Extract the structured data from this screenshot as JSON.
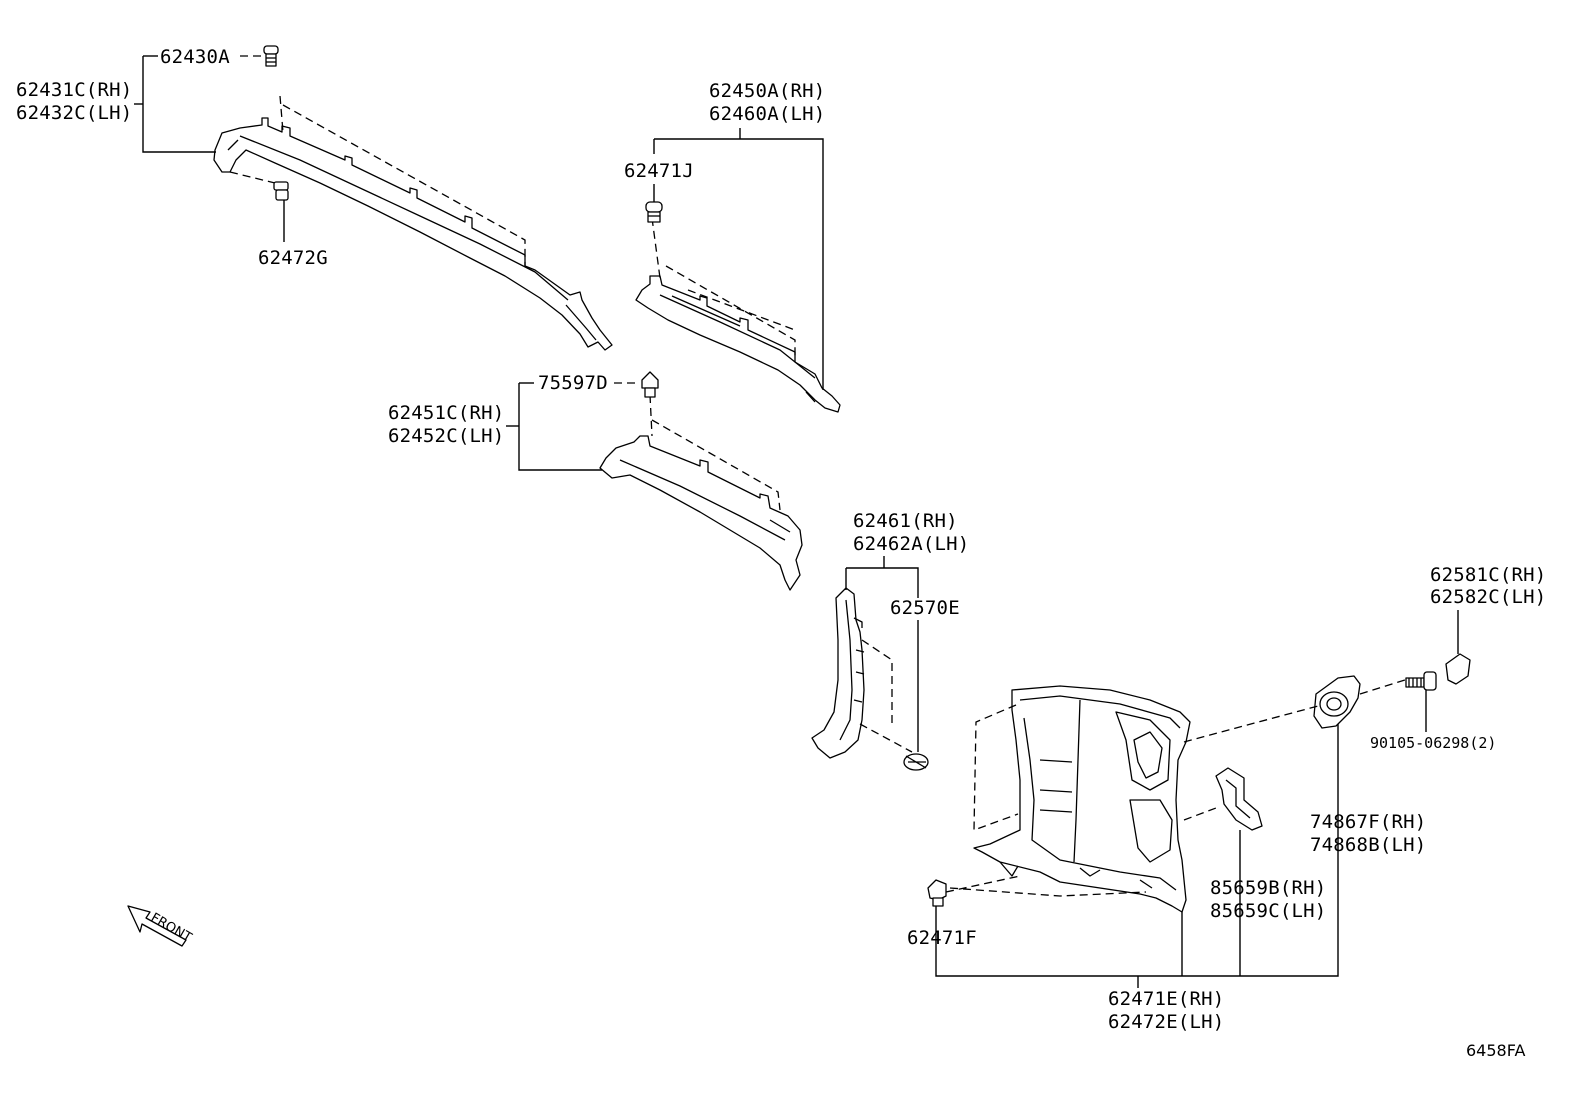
{
  "diagram": {
    "labels": {
      "p62430A": "62430A",
      "p62431C": "62431C(RH)",
      "p62432C": "62432C(LH)",
      "p62472G": "62472G",
      "p62450A": "62450A(RH)",
      "p62460A": "62460A(LH)",
      "p62471J": "62471J",
      "p75597D": "75597D",
      "p62451C": "62451C(RH)",
      "p62452C": "62452C(LH)",
      "p62461": "62461(RH)",
      "p62462A": "62462A(LH)",
      "p62570E": "62570E",
      "p62581C": "62581C(RH)",
      "p62582C": "62582C(LH)",
      "p90105": "90105-06298(2)",
      "p74867F": "74867F(RH)",
      "p74868B": "74868B(LH)",
      "p85659B": "85659B(RH)",
      "p85659C": "85659C(LH)",
      "p62471F": "62471F",
      "p62471E": "62471E(RH)",
      "p62472E": "62472E(LH)"
    },
    "front_arrow": "FRONT",
    "figure_code": "6458FA"
  }
}
